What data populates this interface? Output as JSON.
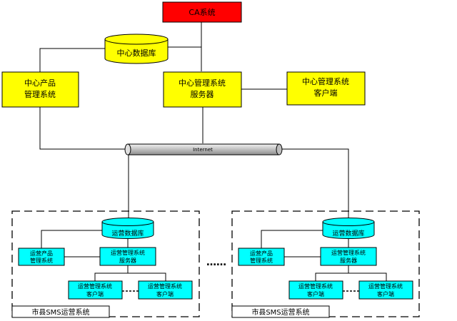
{
  "central": {
    "ca_system": "CA系统",
    "database": "中心数据库",
    "mgmt_server_line1": "中心管理系统",
    "mgmt_server_line2": "服务器",
    "product_system_line1": "中心产品",
    "product_system_line2": "管理系统",
    "mgmt_client_line1": "中心管理系统",
    "mgmt_client_line2": "客户端"
  },
  "network": {
    "label": "Internet"
  },
  "regions": [
    {
      "title": "市县SMS运营系统",
      "database": "运营数据库",
      "product_line1": "运营产品",
      "product_line2": "管理系统",
      "server_line1": "运营管理系统",
      "server_line2": "服务器",
      "client_a_line1": "运营管理系统",
      "client_a_line2": "客户端",
      "client_b_line1": "运营管理系统",
      "client_b_line2": "客户端"
    },
    {
      "title": "市县SMS运营系统",
      "database": "运营数据库",
      "product_line1": "运营产品",
      "product_line2": "管理系统",
      "server_line1": "运营管理系统",
      "server_line2": "服务器",
      "client_a_line1": "运营管理系统",
      "client_a_line2": "客户端",
      "client_b_line1": "运营管理系统",
      "client_b_line2": "客户端"
    }
  ],
  "colors": {
    "ca_fill": "#ff0000",
    "central_fill": "#ffff00",
    "regional_fill": "#00ffff",
    "pipe_fill": "#b8b8b8",
    "line": "#000000"
  }
}
